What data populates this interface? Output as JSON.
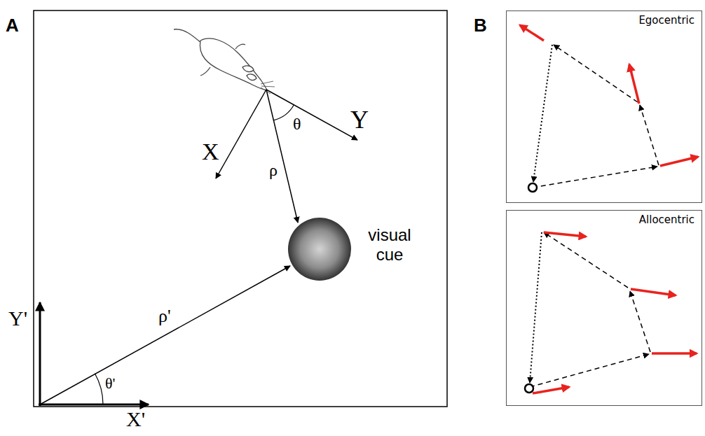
{
  "diagram": {
    "nodes": [
      {
        "text": [
          "visual cue"
        ]
      },
      {
        "text": [
          "Egocentric"
        ]
      },
      {
        "text": [
          "Allocentric"
        ]
      }
    ],
    "labels": [
      "A",
      "X",
      "Y",
      "θ",
      "ρ",
      "Y'",
      "ρ'",
      "θ'",
      "X'",
      "B"
    ]
  }
}
